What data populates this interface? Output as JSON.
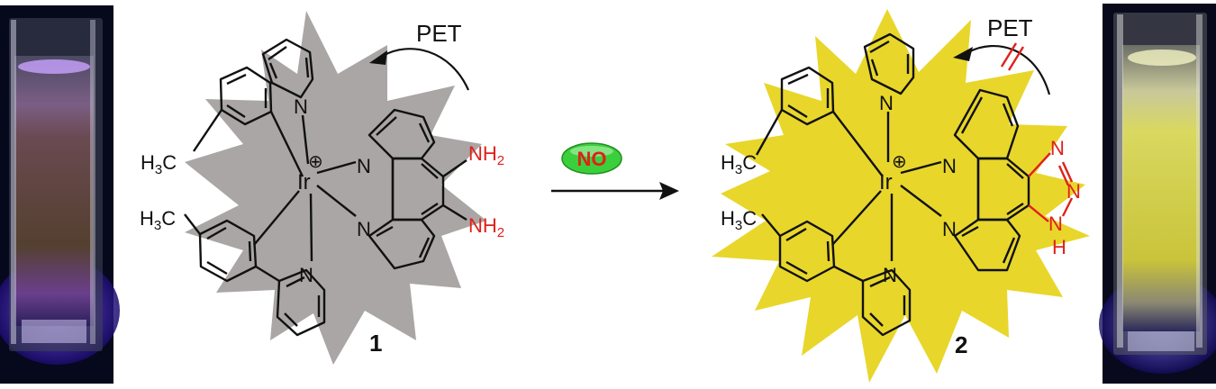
{
  "left_complex": {
    "number_label": "1",
    "pet_label": "PET",
    "metal": "Ir",
    "charge": "⊕",
    "n_labels": [
      "N",
      "N",
      "N",
      "N"
    ],
    "methyl": "H3C",
    "amine": "NH2",
    "halo_color": "#a9a6a5"
  },
  "right_complex": {
    "number_label": "2",
    "pet_label": "PET",
    "metal": "Ir",
    "charge": "⊕",
    "n_labels": [
      "N",
      "N",
      "N",
      "N"
    ],
    "methyl": "H3C",
    "triazole_n": [
      "N",
      "N",
      "N",
      "H"
    ],
    "halo_color": "#e8d62b"
  },
  "reagent": {
    "label": "NO",
    "pill_color": "#3ccf3c",
    "text_color": "#e0201a"
  },
  "colors": {
    "highlight_red": "#e0201a",
    "bond": "#111111"
  }
}
